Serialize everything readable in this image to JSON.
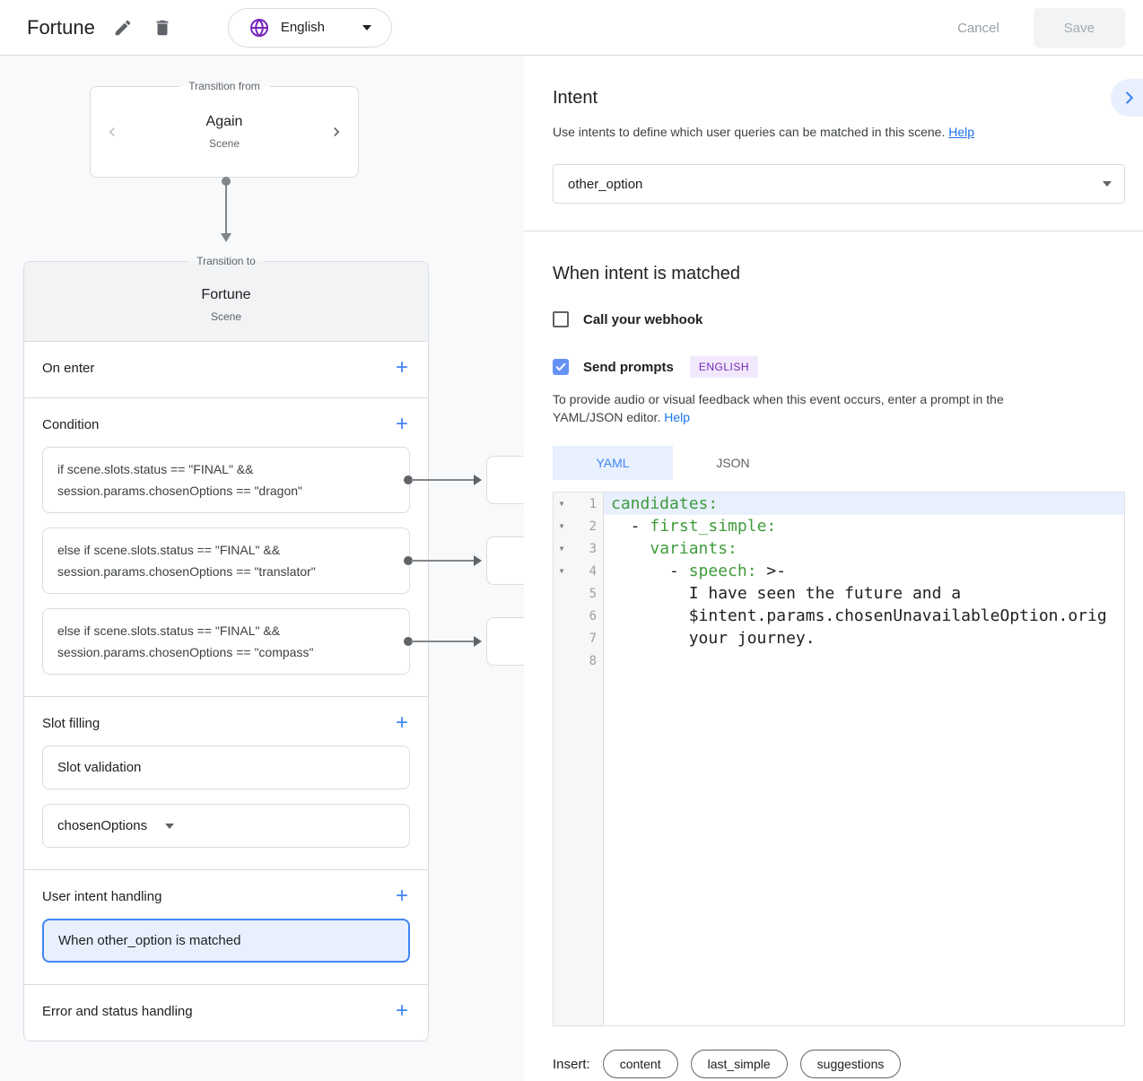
{
  "header": {
    "title": "Fortune",
    "language": "English",
    "cancel_label": "Cancel",
    "save_label": "Save"
  },
  "flow": {
    "from_card": {
      "legend": "Transition from",
      "name": "Again",
      "type": "Scene"
    },
    "to_card": {
      "legend": "Transition to",
      "name": "Fortune",
      "type": "Scene"
    },
    "on_enter_label": "On enter",
    "condition_label": "Condition",
    "conditions": [
      "if scene.slots.status == \"FINAL\" && session.params.chosenOptions == \"dragon\"",
      "else if scene.slots.status == \"FINAL\" && session.params.chosenOptions == \"translator\"",
      "else if scene.slots.status == \"FINAL\" && session.params.chosenOptions == \"compass\""
    ],
    "slot_filling": {
      "label": "Slot filling",
      "validation": "Slot validation",
      "slot": "chosenOptions"
    },
    "user_intent": {
      "label": "User intent handling",
      "item": "When other_option is matched"
    },
    "error_label": "Error and status handling"
  },
  "intent_panel": {
    "title": "Intent",
    "description": "Use intents to define which user queries can be matched in this scene.",
    "help_label": "Help",
    "selected_intent": "other_option",
    "matched": {
      "title": "When intent is matched",
      "webhook_label": "Call your webhook",
      "send_prompts_label": "Send prompts",
      "language_badge": "ENGLISH",
      "description": "To provide audio or visual feedback when this event occurs, enter a prompt in the YAML/JSON editor.",
      "help_label": "Help"
    },
    "editor": {
      "tabs": [
        "YAML",
        "JSON"
      ],
      "active_tab": "YAML",
      "lines": [
        {
          "n": "1",
          "fold": "▼",
          "pre": "",
          "key": "candidates:",
          "post": ""
        },
        {
          "n": "2",
          "fold": "▼",
          "pre": "  - ",
          "key": "first_simple:",
          "post": ""
        },
        {
          "n": "3",
          "fold": "▼",
          "pre": "    ",
          "key": "variants:",
          "post": ""
        },
        {
          "n": "4",
          "fold": "▼",
          "pre": "      - ",
          "key": "speech:",
          "post": " >-"
        },
        {
          "n": "5",
          "fold": "",
          "pre": "        I have seen the future and a",
          "key": "",
          "post": ""
        },
        {
          "n": "6",
          "fold": "",
          "pre": "        $intent.params.chosenUnavailableOption.orig",
          "key": "",
          "post": ""
        },
        {
          "n": "7",
          "fold": "",
          "pre": "        your journey.",
          "key": "",
          "post": ""
        },
        {
          "n": "8",
          "fold": "",
          "pre": "",
          "key": "",
          "post": ""
        }
      ]
    },
    "insert": {
      "label": "Insert:",
      "chips": [
        "content",
        "last_simple",
        "suggestions"
      ]
    }
  },
  "colors": {
    "accent_blue": "#4285f4",
    "link_blue": "#1a73e8",
    "purple": "#7627bb",
    "key_green": "#3f9b3b",
    "selection_bg": "#e8f0fe"
  }
}
